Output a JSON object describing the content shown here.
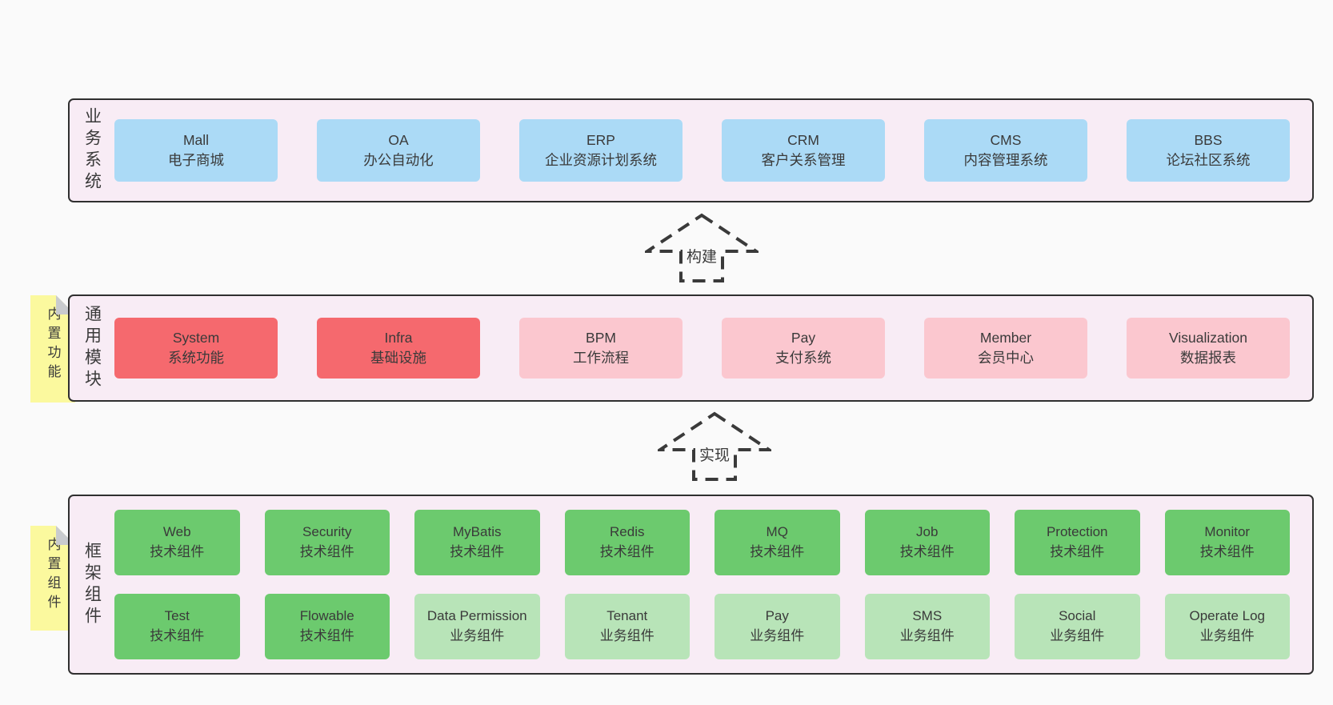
{
  "colors": {
    "page_bg": "#fafafa",
    "section_bg": "#f8ecf5",
    "section_border": "#2f2f2f",
    "text": "#3a3a3a",
    "blue": "#abdaf6",
    "red": "#f5696e",
    "pink": "#fbc7cf",
    "green_dark": "#6cca6e",
    "green_light": "#b8e4b8",
    "sticky_yellow": "#fbf99e",
    "fold_gray": "#c9cbce",
    "arrow_stroke": "#3a3a3a"
  },
  "sections": [
    {
      "label": "业务系统",
      "boxes": [
        {
          "name": "Mall",
          "desc": "电子商城",
          "variant": "blue"
        },
        {
          "name": "OA",
          "desc": "办公自动化",
          "variant": "blue"
        },
        {
          "name": "ERP",
          "desc": "企业资源计划系统",
          "variant": "blue"
        },
        {
          "name": "CRM",
          "desc": "客户关系管理",
          "variant": "blue"
        },
        {
          "name": "CMS",
          "desc": "内容管理系统",
          "variant": "blue"
        },
        {
          "name": "BBS",
          "desc": "论坛社区系统",
          "variant": "blue"
        }
      ]
    },
    {
      "label": "通用模块",
      "boxes": [
        {
          "name": "System",
          "desc": "系统功能",
          "variant": "red"
        },
        {
          "name": "Infra",
          "desc": "基础设施",
          "variant": "red"
        },
        {
          "name": "BPM",
          "desc": "工作流程",
          "variant": "pink"
        },
        {
          "name": "Pay",
          "desc": "支付系统",
          "variant": "pink"
        },
        {
          "name": "Member",
          "desc": "会员中心",
          "variant": "pink"
        },
        {
          "name": "Visualization",
          "desc": "数据报表",
          "variant": "pink"
        }
      ]
    },
    {
      "label": "框架组件",
      "rows": [
        [
          {
            "name": "Web",
            "desc": "技术组件",
            "variant": "green-dark"
          },
          {
            "name": "Security",
            "desc": "技术组件",
            "variant": "green-dark"
          },
          {
            "name": "MyBatis",
            "desc": "技术组件",
            "variant": "green-dark"
          },
          {
            "name": "Redis",
            "desc": "技术组件",
            "variant": "green-dark"
          },
          {
            "name": "MQ",
            "desc": "技术组件",
            "variant": "green-dark"
          },
          {
            "name": "Job",
            "desc": "技术组件",
            "variant": "green-dark"
          },
          {
            "name": "Protection",
            "desc": "技术组件",
            "variant": "green-dark"
          },
          {
            "name": "Monitor",
            "desc": "技术组件",
            "variant": "green-dark"
          }
        ],
        [
          {
            "name": "Test",
            "desc": "技术组件",
            "variant": "green-dark"
          },
          {
            "name": "Flowable",
            "desc": "技术组件",
            "variant": "green-dark"
          },
          {
            "name": "Data Permission",
            "desc": "业务组件",
            "variant": "green-light"
          },
          {
            "name": "Tenant",
            "desc": "业务组件",
            "variant": "green-light"
          },
          {
            "name": "Pay",
            "desc": "业务组件",
            "variant": "green-light"
          },
          {
            "name": "SMS",
            "desc": "业务组件",
            "variant": "green-light"
          },
          {
            "name": "Social",
            "desc": "业务组件",
            "variant": "green-light"
          },
          {
            "name": "Operate Log",
            "desc": "业务组件",
            "variant": "green-light"
          }
        ]
      ]
    }
  ],
  "arrows": [
    {
      "label": "构建"
    },
    {
      "label": "实现"
    }
  ],
  "stickies": [
    {
      "label": "内置功能"
    },
    {
      "label": "内置组件"
    }
  ]
}
